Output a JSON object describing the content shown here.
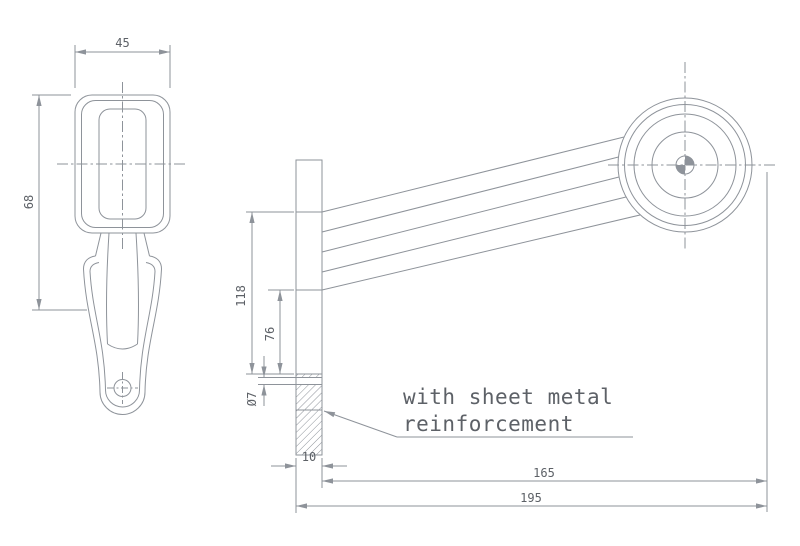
{
  "colors": {
    "background": "#ffffff",
    "line": "#8e939a",
    "text": "#5d6167"
  },
  "dimensions": {
    "front_width": "45",
    "front_height": "68",
    "bracket_height": "118",
    "bracket_upper_height": "76",
    "hole_diameter": "Ø7",
    "plate_thickness": "10",
    "length_inner": "165",
    "length_overall": "195"
  },
  "annotation": {
    "line1": "with sheet metal",
    "line2": "reinforcement"
  }
}
